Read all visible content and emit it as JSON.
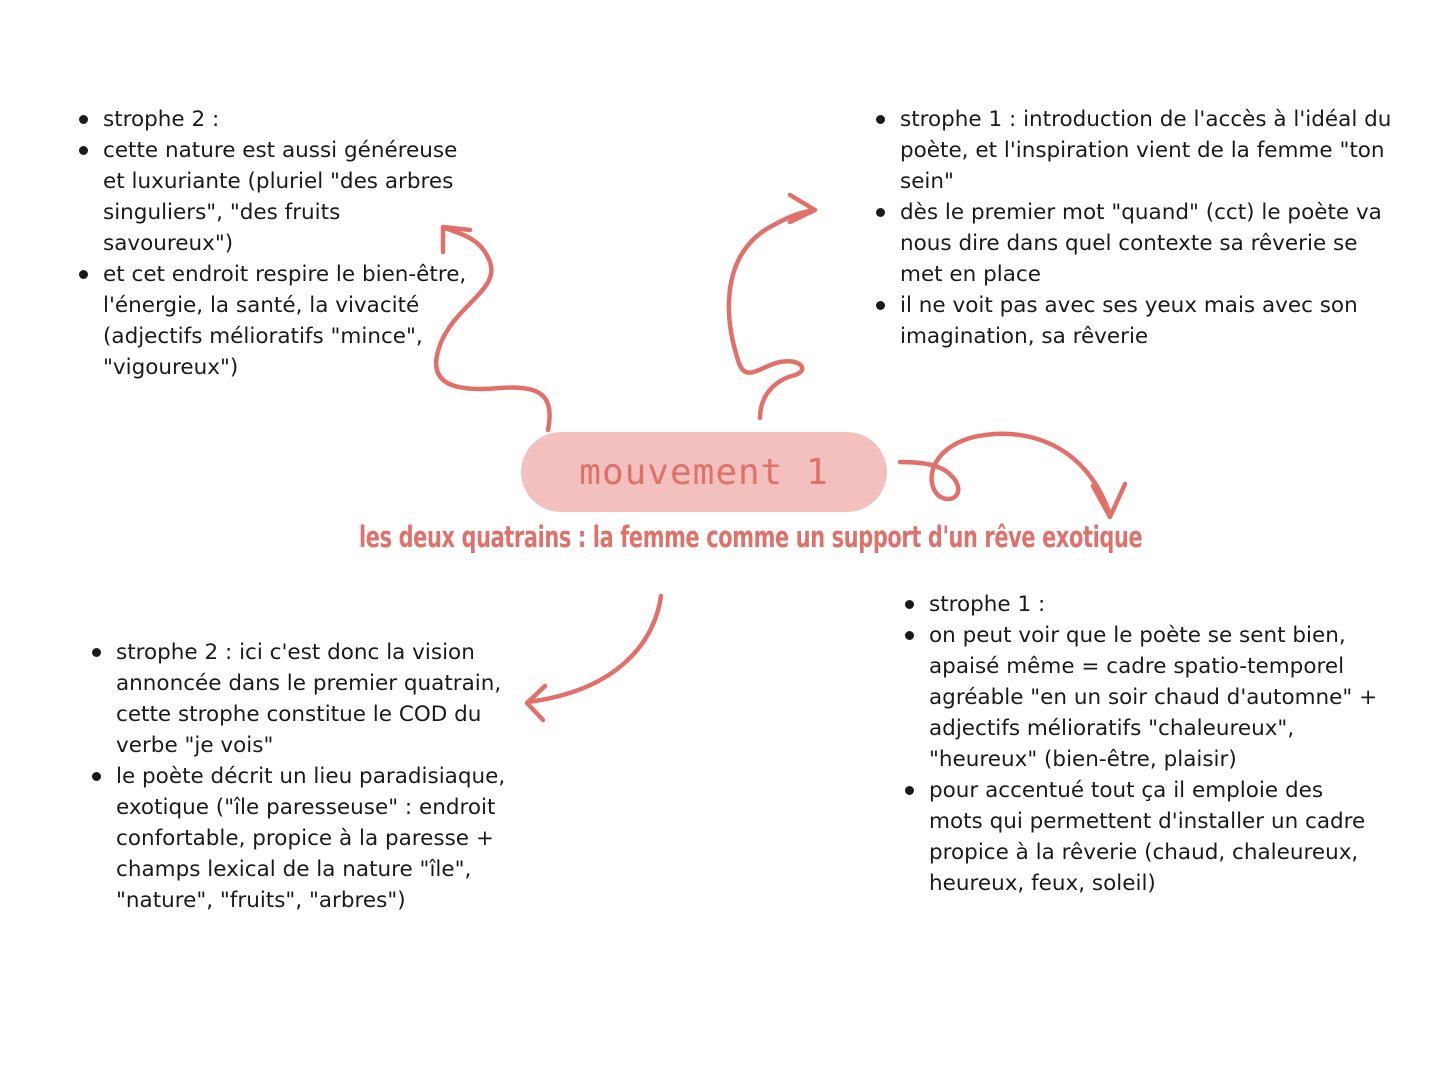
{
  "center": {
    "title": "mouvement 1",
    "subtitle": "les deux quatrains : la femme comme un support d'un rêve exotique"
  },
  "blocks": {
    "top_left": [
      "strophe 2 :",
      "cette nature est aussi généreuse et luxuriante (pluriel \"des arbres singuliers\", \"des fruits savoureux\")",
      "et cet endroit respire le bien-être, l'énergie, la santé, la vivacité (adjectifs mélioratifs \"mince\", \"vigoureux\")"
    ],
    "top_right": [
      "strophe 1 : introduction de l'accès à l'idéal du poète, et l'inspiration vient de la femme \"ton sein\"",
      "dès le premier mot \"quand\" (cct) le poète va nous dire dans quel contexte sa rêverie se met en place",
      "il ne voit pas avec ses yeux mais avec son imagination, sa rêverie"
    ],
    "bottom_left": [
      "strophe 2 : ici c'est donc la vision annoncée dans le premier quatrain, cette strophe constitue le COD du verbe \"je vois\"",
      "le poète décrit un lieu paradisiaque, exotique (\"île paresseuse\" : endroit confortable, propice à la paresse + champs lexical de la nature \"île\", \"nature\", \"fruits\", \"arbres\")"
    ],
    "bottom_right": [
      "strophe 1 :",
      "on peut voir que le poète se sent bien, apaisé même = cadre spatio-temporel agréable \"en un soir chaud d'automne\" + adjectifs mélioratifs \"chaleureux\", \"heureux\" (bien-être, plaisir)",
      "pour accentué tout ça il emploie des mots qui permettent d'installer un cadre propice à la rêverie (chaud, chaleureux, heureux, feux, soleil)"
    ]
  },
  "colors": {
    "accent": "#e2706a",
    "pill": "#f2c1bd",
    "text": "#1a1a1a"
  }
}
